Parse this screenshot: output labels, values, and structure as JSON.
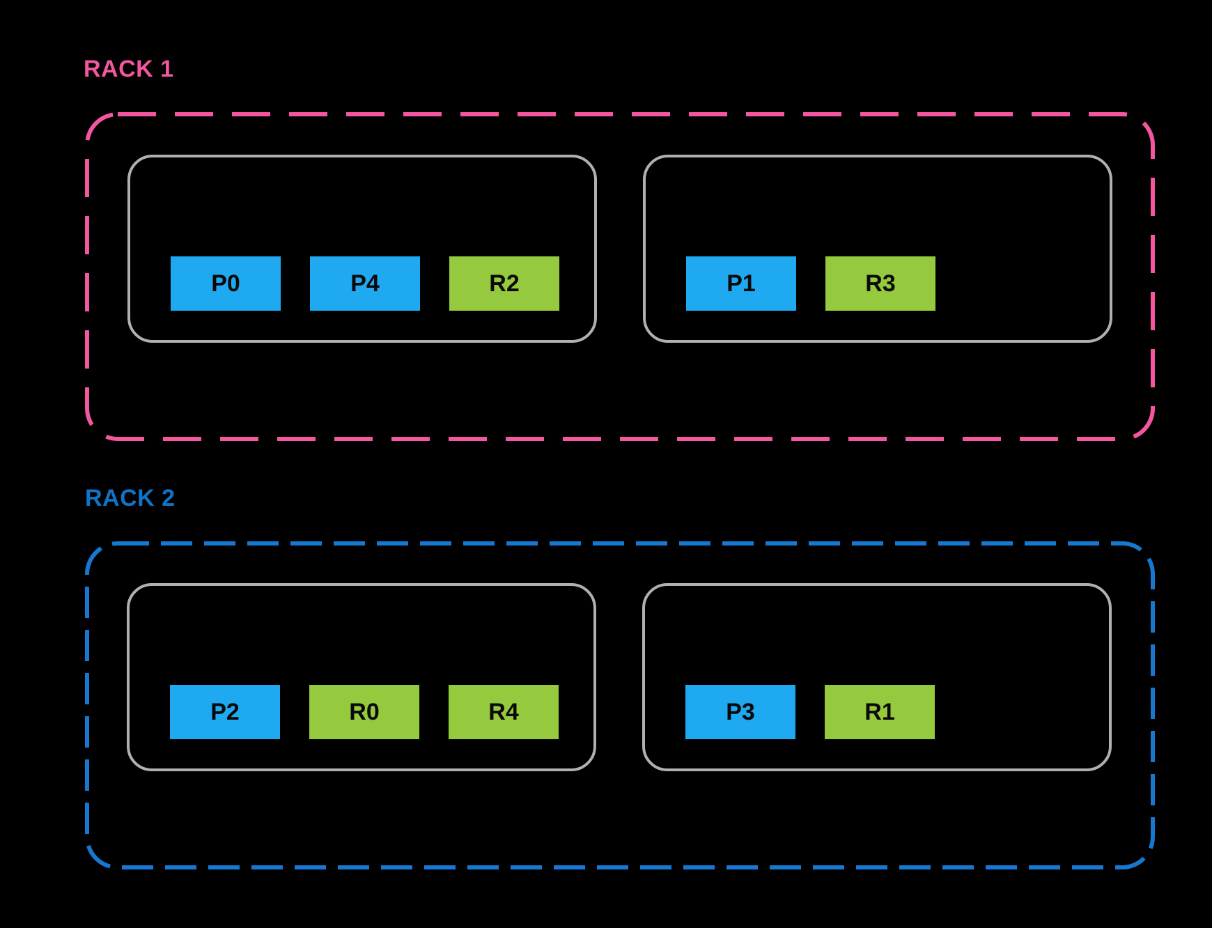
{
  "colors": {
    "background": "#000000",
    "rack1_accent": "#F4569F",
    "rack2_label": "#1174C6",
    "rack2_border": "#1678D0",
    "node_border": "#B0B0B0",
    "block_blue": "#1FA9F0",
    "block_green": "#95C93E",
    "block_text": "#0A0A0A"
  },
  "racks": [
    {
      "label": "RACK 1",
      "accent": "#F4569F",
      "nodes": [
        {
          "blocks": [
            {
              "label": "P0",
              "color": "blue"
            },
            {
              "label": "P4",
              "color": "blue"
            },
            {
              "label": "R2",
              "color": "green"
            }
          ]
        },
        {
          "blocks": [
            {
              "label": "P1",
              "color": "blue"
            },
            {
              "label": "R3",
              "color": "green"
            }
          ]
        }
      ]
    },
    {
      "label": "RACK 2",
      "accent": "#1678D0",
      "nodes": [
        {
          "blocks": [
            {
              "label": "P2",
              "color": "blue"
            },
            {
              "label": "R0",
              "color": "green"
            },
            {
              "label": "R4",
              "color": "green"
            }
          ]
        },
        {
          "blocks": [
            {
              "label": "P3",
              "color": "blue"
            },
            {
              "label": "R1",
              "color": "green"
            }
          ]
        }
      ]
    }
  ]
}
